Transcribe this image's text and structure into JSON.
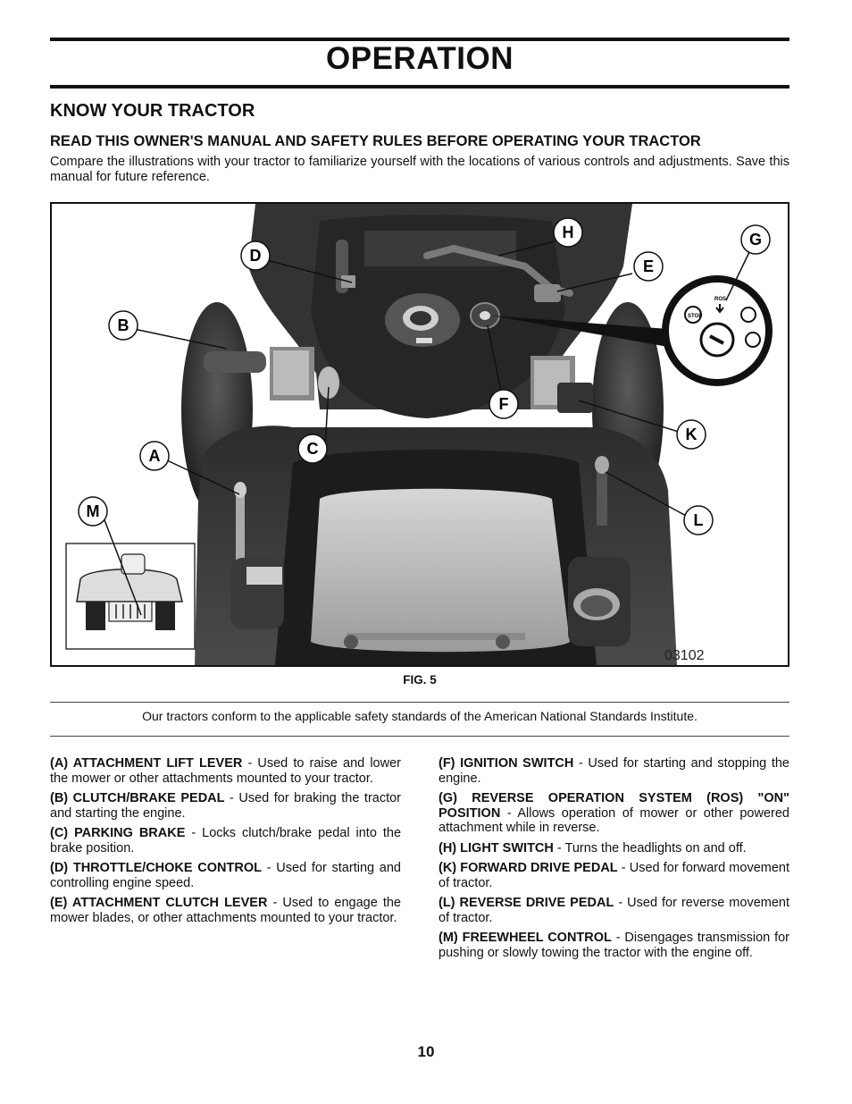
{
  "page": {
    "title": "OPERATION",
    "section_heading": "KNOW YOUR TRACTOR",
    "subheading": "READ THIS OWNER'S MANUAL AND SAFETY RULES BEFORE OPERATING YOUR TRACTOR",
    "intro": "Compare the illustrations with your tractor to familiarize yourself with the locations of various controls and adjustments. Save this manual for future reference.",
    "figure_caption": "FIG. 5",
    "figure_code": "03102",
    "standards_note": "Our tractors conform to the applicable safety standards of the American National Standards Institute.",
    "page_number": "10"
  },
  "figure": {
    "callouts": [
      "A",
      "B",
      "C",
      "D",
      "E",
      "F",
      "G",
      "H",
      "K",
      "L",
      "M"
    ],
    "ignition_labels": {
      "stop": "STOP",
      "ros": "ROS"
    }
  },
  "controls_left": [
    {
      "name": "(A) ATTACHMENT LIFT LEVER",
      "desc": " - Used to raise and lower the mower or other attachments mounted to your tractor."
    },
    {
      "name": "(B) CLUTCH/BRAKE PEDAL",
      "desc": " - Used for braking the tractor and starting the engine."
    },
    {
      "name": "(C) PARKING BRAKE",
      "desc": " - Locks clutch/brake pedal into the brake position."
    },
    {
      "name": "(D) THROTTLE/CHOKE CONTROL",
      "desc": " - Used for starting and controlling engine speed."
    },
    {
      "name": "(E) ATTACHMENT CLUTCH LEVER",
      "desc": " - Used to engage the mower blades, or other attachments mounted to your tractor."
    }
  ],
  "controls_right": [
    {
      "name": "(F) IGNITION SWITCH",
      "desc": " - Used for starting and stopping the engine."
    },
    {
      "name": "(G) REVERSE OPERATION SYSTEM (ROS) \"ON\" POSITION",
      "desc": " - Allows operation of mower or other powered attachment while in reverse."
    },
    {
      "name": "(H) LIGHT SWITCH",
      "desc": " - Turns the headlights on and off."
    },
    {
      "name": "(K) FORWARD DRIVE PEDAL",
      "desc": " - Used for forward movement of tractor."
    },
    {
      "name": "(L) REVERSE DRIVE PEDAL",
      "desc": " - Used for reverse movement of tractor."
    },
    {
      "name": "(M) FREEWHEEL CONTROL",
      "desc": " - Disengages transmission for pushing or slowly towing the tractor with the engine off."
    }
  ]
}
